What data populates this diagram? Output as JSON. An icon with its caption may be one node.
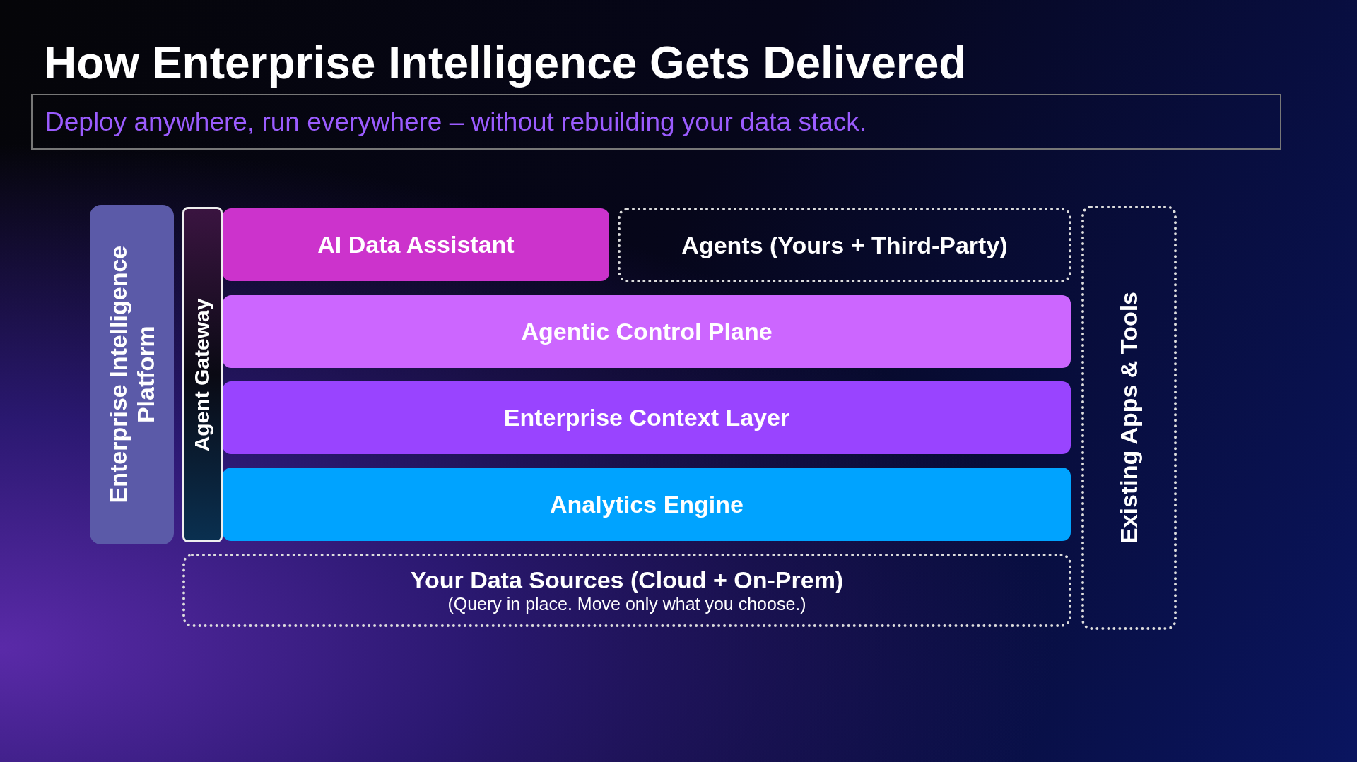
{
  "diagram": {
    "title": "How Enterprise Intelligence Gets Delivered",
    "nodes": [
      {
        "text": [
          "Enterprise Intelligence Platform"
        ]
      },
      {
        "text": [
          "Agent Gateway"
        ]
      },
      {
        "text": [
          "AI Data Assistant"
        ]
      },
      {
        "text": [
          "Agents (Yours + Third-Party)"
        ]
      },
      {
        "text": [
          "Agentic Control Plane"
        ]
      },
      {
        "text": [
          "Enterprise Context Layer"
        ]
      },
      {
        "text": [
          "Analytics Engine"
        ]
      },
      {
        "text": [
          "Your Data Sources (Cloud + On-Prem)",
          "(Query in place. Move only what you choose.)"
        ]
      },
      {
        "text": [
          "Existing Apps & Tools"
        ]
      }
    ],
    "labels": [
      "Deploy anywhere, run everywhere – without rebuilding your data stack."
    ]
  }
}
